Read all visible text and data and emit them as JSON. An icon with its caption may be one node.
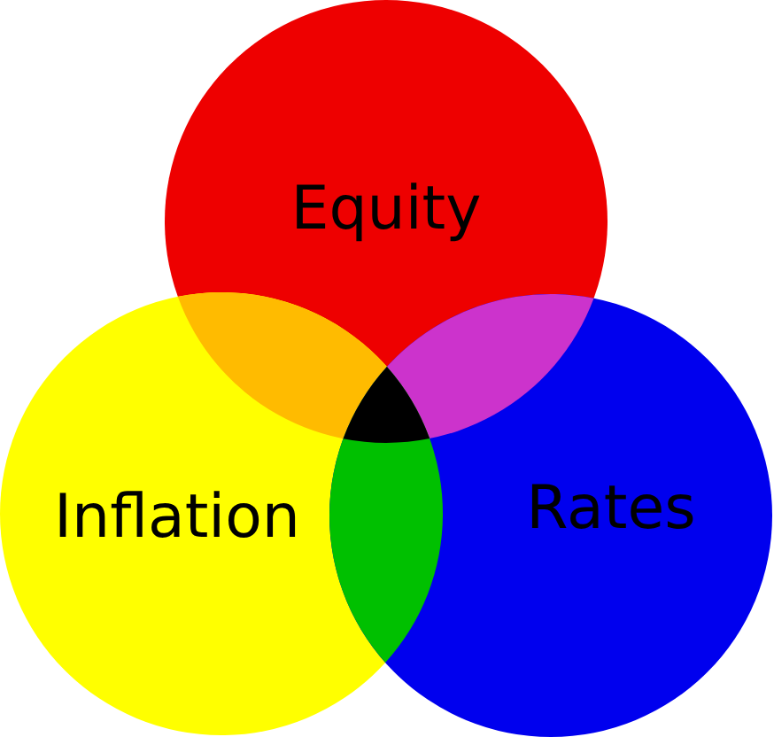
{
  "diagram": {
    "nodes": [
      {
        "text": [
          "Equity"
        ]
      },
      {
        "text": [
          "Inflation"
        ]
      },
      {
        "text": [
          "Rates"
        ]
      }
    ]
  }
}
